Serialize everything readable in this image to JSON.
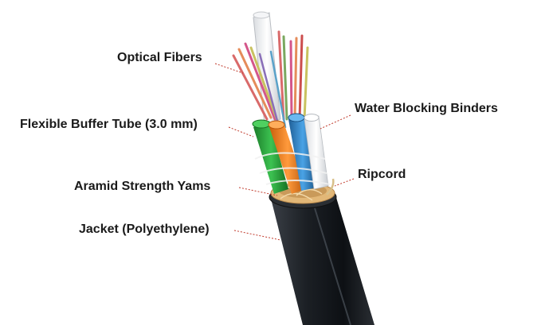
{
  "labels": {
    "optical_fibers": "Optical Fibers",
    "buffer_tube": "Flexible Buffer Tube (3.0 mm)",
    "aramid": "Aramid Strength Yams",
    "jacket": "Jacket (Polyethylene)",
    "water_blocking": "Water Blocking Binders",
    "ripcord": "Ripcord"
  },
  "colors": {
    "jacket": "#1b1f24",
    "aramid": "#e2b777",
    "tube_green": "#27a23a",
    "tube_orange": "#ee7f1e",
    "tube_blue": "#2f86c9",
    "tube_white": "#eef0f2",
    "leader": "#c0392b"
  }
}
